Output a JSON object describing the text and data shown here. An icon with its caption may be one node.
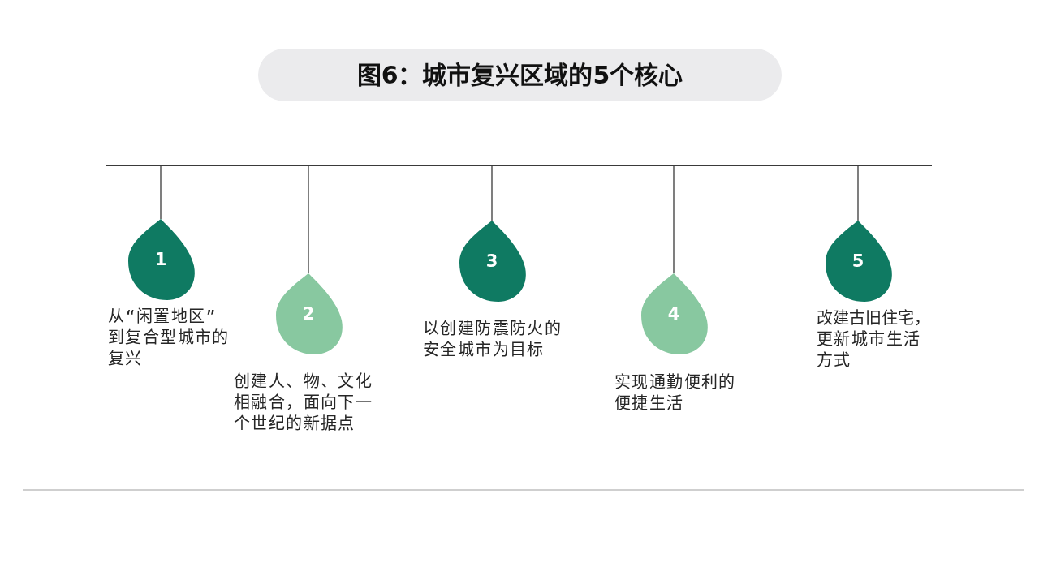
{
  "diagram": {
    "title": "图6：城市复兴区域的5个核心",
    "nodes": [
      {
        "text": [],
        "shape": "bar"
      },
      {
        "text": [
          "1"
        ],
        "beside": [
          "从“闲置地区”到复合型城市的复兴"
        ]
      },
      {
        "text": [
          "2"
        ],
        "beside": [
          "创建人、物、文化相融合，面向下一个世纪的新据点"
        ]
      },
      {
        "text": [
          "3"
        ],
        "beside": [
          "以创建防震防火的安全城市为目标"
        ]
      },
      {
        "text": [
          "4"
        ],
        "beside": [
          "实现通勤便利的便捷生活"
        ]
      },
      {
        "text": [
          "5"
        ],
        "beside": [
          "改建古旧住宅，更新城市生活方式"
        ]
      }
    ],
    "edges": [
      {
        "from": 0,
        "to": 1,
        "arrow": "none"
      },
      {
        "from": 0,
        "to": 2,
        "arrow": "none"
      },
      {
        "from": 0,
        "to": 3,
        "arrow": "none"
      },
      {
        "from": 0,
        "to": 4,
        "arrow": "none"
      },
      {
        "from": 0,
        "to": 5,
        "arrow": "none"
      }
    ]
  }
}
